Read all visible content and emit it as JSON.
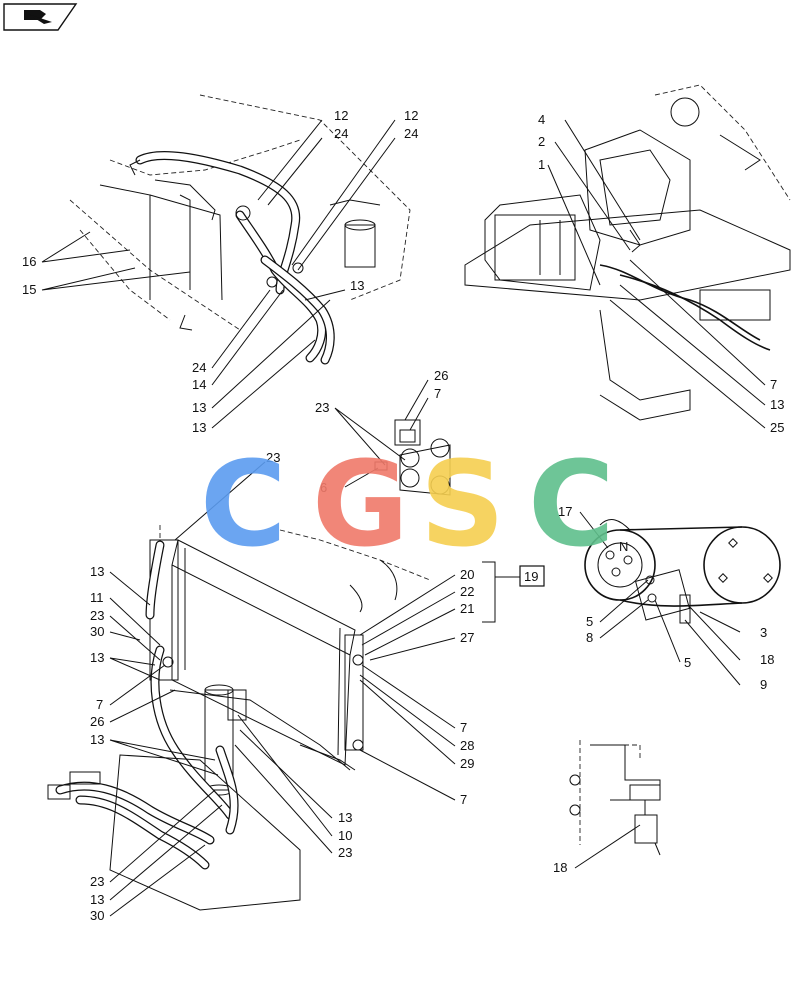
{
  "watermark": {
    "letters": [
      "C",
      "G",
      "S",
      "C"
    ],
    "colors": [
      "#5b9cf0",
      "#f07a6a",
      "#f6cf50",
      "#5fbf8c"
    ]
  },
  "nav_icon": "next-page-arrow-icon",
  "callouts": {
    "c12a": "12",
    "c24a": "24",
    "c12b": "12",
    "c24b": "24",
    "c16": "16",
    "c15": "15",
    "c13a": "13",
    "c24c": "24",
    "c14": "14",
    "c13b": "13",
    "c13c": "13",
    "c4": "4",
    "c2": "2",
    "c1": "1",
    "c7a": "7",
    "c13d": "13",
    "c25": "25",
    "c26a": "26",
    "c7b": "7",
    "c23a": "23",
    "c6": "6",
    "c23b": "23",
    "c13e": "13",
    "c11": "11",
    "c23c": "23",
    "c30a": "30",
    "c13f": "13",
    "c7c": "7",
    "c26b": "26",
    "c13g": "13",
    "c20": "20",
    "c22": "22",
    "c21": "21",
    "c27": "27",
    "c19": "19",
    "c7d": "7",
    "c28": "28",
    "c29": "29",
    "c7e": "7",
    "c13h": "13",
    "c10": "10",
    "c23d": "23",
    "c23e": "23",
    "c13i": "13",
    "c30b": "30",
    "c17": "17",
    "c5a": "5",
    "c8": "8",
    "c5b": "5",
    "c3": "3",
    "c18a": "18",
    "c9": "9",
    "c18b": "18"
  },
  "compressor_mark": "N"
}
